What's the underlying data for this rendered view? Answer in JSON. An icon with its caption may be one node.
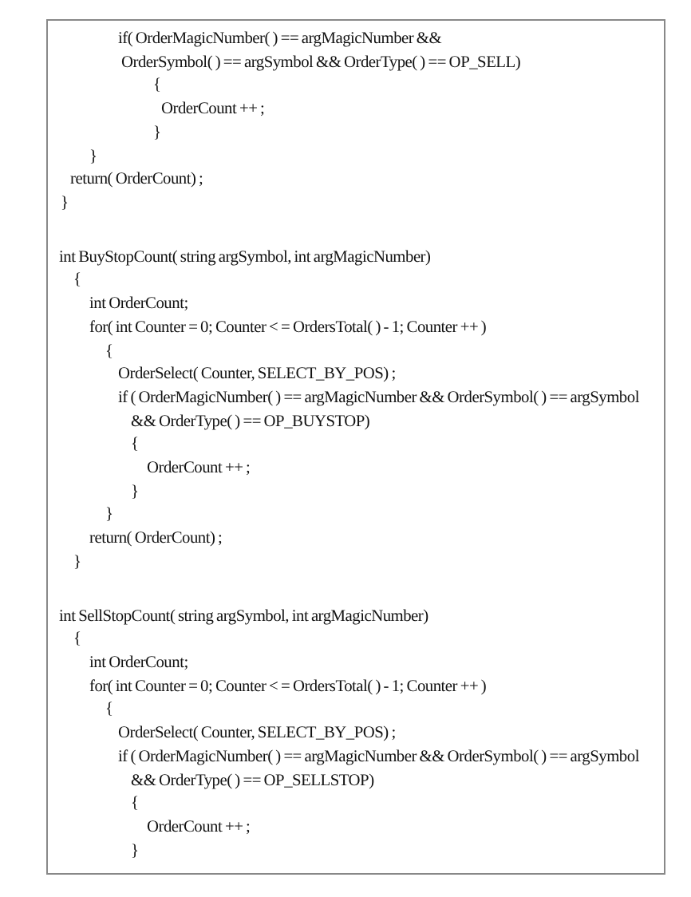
{
  "diagram": {
    "labels": [
      "if( OrderMagicNumber( ) == argMagicNumber &&",
      "OrderSymbol( ) == argSymbol && OrderType( ) == OP_SELL)",
      "{",
      "OrderCount ++ ;",
      "}",
      "}",
      "return( OrderCount) ;",
      "}",
      "int BuyStopCount( string argSymbol, int argMagicNumber)",
      "{",
      "int OrderCount;",
      "for( int Counter = 0; Counter < = OrdersTotal( ) - 1; Counter ++ )",
      "{",
      "OrderSelect( Counter, SELECT_BY_POS) ;",
      "if ( OrderMagicNumber( ) == argMagicNumber && OrderSymbol( ) == argSymbol",
      "&& OrderType( ) == OP_BUYSTOP)",
      "{",
      "OrderCount ++ ;",
      "}",
      "}",
      "return( OrderCount) ;",
      "}",
      "int SellStopCount( string argSymbol, int argMagicNumber)",
      "{",
      "int OrderCount;",
      "for( int Counter = 0; Counter < = OrdersTotal( ) - 1; Counter ++ )",
      "{",
      "OrderSelect( Counter, SELECT_BY_POS) ;",
      "if ( OrderMagicNumber( ) == argMagicNumber && OrderSymbol( ) == argSymbol",
      "&& OrderType( ) == OP_SELLSTOP)",
      "{",
      "OrderCount ++ ;",
      "}"
    ]
  }
}
